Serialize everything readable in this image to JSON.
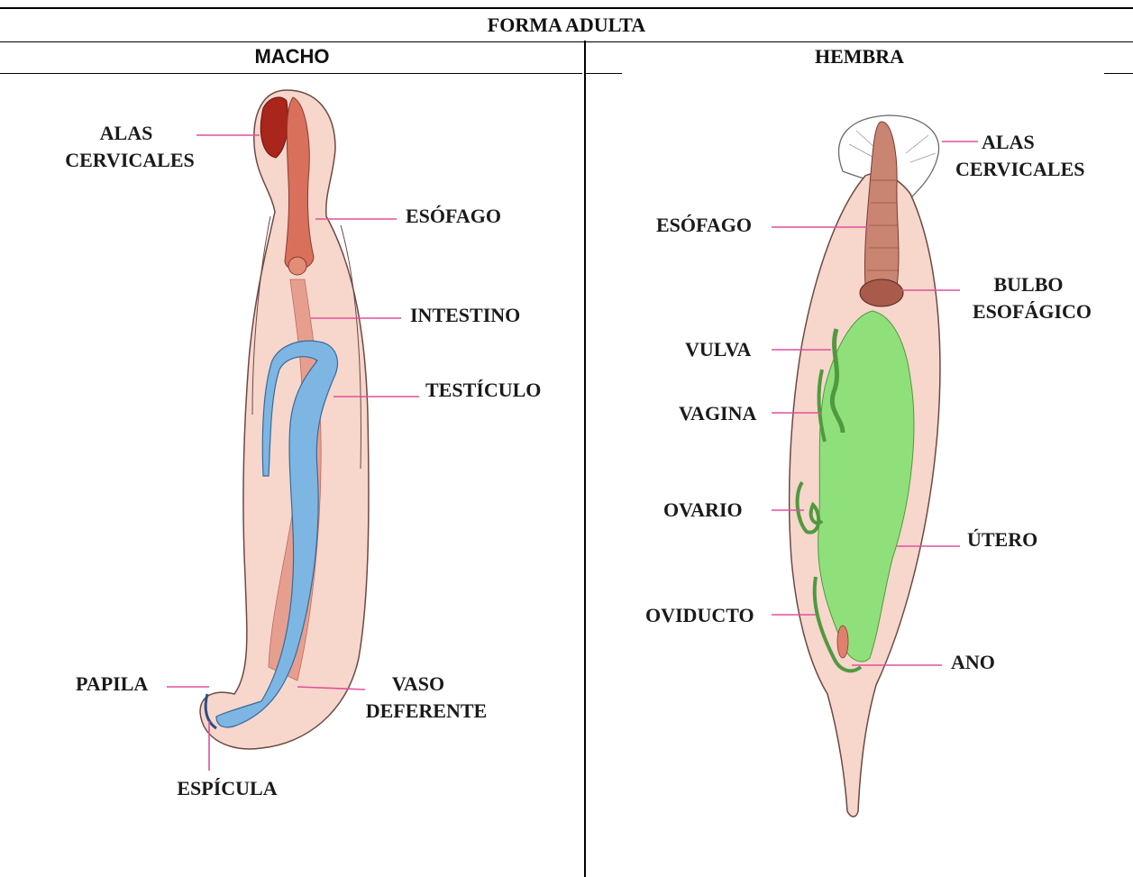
{
  "header": {
    "title": "FORMA ADULTA",
    "left_column": "MACHO",
    "right_column": "HEMBRA"
  },
  "macho": {
    "labels": {
      "alas_1": "ALAS",
      "alas_2": "CERVICALES",
      "esofago": "ESÓFAGO",
      "intestino": "INTESTINO",
      "testiculo": "TESTÍCULO",
      "papila": "PAPILA",
      "vaso_1": "VASO",
      "vaso_2": "DEFERENTE",
      "espicula": "ESPÍCULA"
    }
  },
  "hembra": {
    "labels": {
      "alas_1": "ALAS",
      "alas_2": "CERVICALES",
      "esofago": "ESÓFAGO",
      "bulbo_1": "BULBO",
      "bulbo_2": "ESOFÁGICO",
      "vulva": "VULVA",
      "vagina": "VAGINA",
      "ovario": "OVARIO",
      "utero": "ÚTERO",
      "oviducto": "OVIDUCTO",
      "ano": "ANO"
    }
  },
  "colors": {
    "body": "#f3c9bc",
    "muscle": "#d8705c",
    "dark_red": "#a8261c",
    "testis": "#7db6e3",
    "uterus": "#8fe07a",
    "leader": "#e0519b"
  }
}
